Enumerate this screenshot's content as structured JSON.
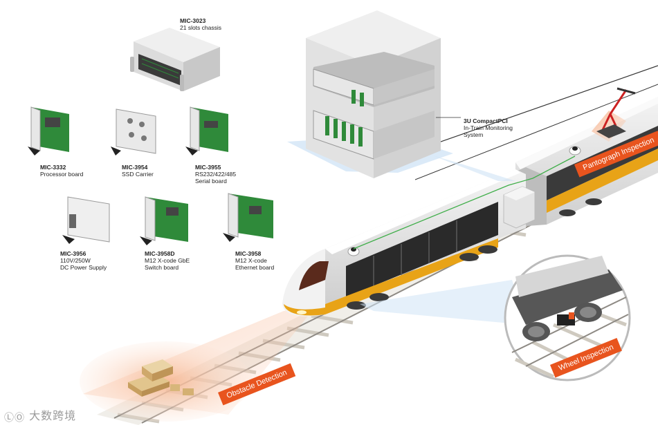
{
  "hardware": {
    "chassis": {
      "code": "MIC-3023",
      "desc": "21 slots chassis"
    },
    "boards": [
      {
        "code": "MIC-3332",
        "desc": [
          "Processor board"
        ]
      },
      {
        "code": "MIC-3954",
        "desc": [
          "SSD Carrier"
        ]
      },
      {
        "code": "MIC-3955",
        "desc": [
          "RS232/422/485",
          "Serial board"
        ]
      },
      {
        "code": "MIC-3956",
        "desc": [
          "110V/250W",
          "DC Power Supply"
        ]
      },
      {
        "code": "MIC-3958D",
        "desc": [
          "M12 X-code GbE",
          "Switch board"
        ]
      },
      {
        "code": "MIC-3958",
        "desc": [
          "M12 X-code",
          "Ethernet board"
        ]
      }
    ]
  },
  "system": {
    "title": "3U CompactPCI",
    "desc": [
      "In-Train Monitoring",
      "System"
    ]
  },
  "inspections": {
    "pantograph": "Pantograph Inspection",
    "wheel": "Wheel Inspection",
    "obstacle": "Obstacle Detection"
  },
  "colors": {
    "accent": "#e8541e",
    "train_body": "#e6e6e6",
    "train_stripe": "#e8a317",
    "window": "#2a2a2a",
    "board_green": "#2f8a3a",
    "box_gray": "#d9d9d9",
    "highlight_blue": "#cfe3f5"
  },
  "watermark": "大数跨境"
}
